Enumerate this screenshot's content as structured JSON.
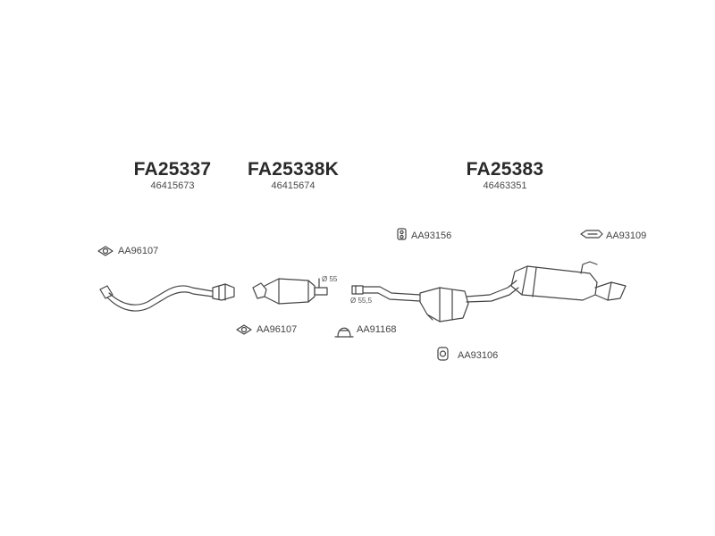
{
  "groups": [
    {
      "code": "FA25337",
      "oem": "46415673"
    },
    {
      "code": "FA25338K",
      "oem": "46415674"
    },
    {
      "code": "FA25383",
      "oem": "46463351"
    }
  ],
  "accessories": {
    "gasket_front": "AA96107",
    "gasket_mid": "AA96107",
    "clamp": "AA91168",
    "mount_top": "AA93156",
    "mount_rear": "AA93109",
    "mount_bottom": "AA93106"
  },
  "dimensions": {
    "cat_outlet": "Ø 55",
    "mid_inlet": "Ø 55,5"
  },
  "colors": {
    "line": "#444444",
    "label": "#444444"
  }
}
